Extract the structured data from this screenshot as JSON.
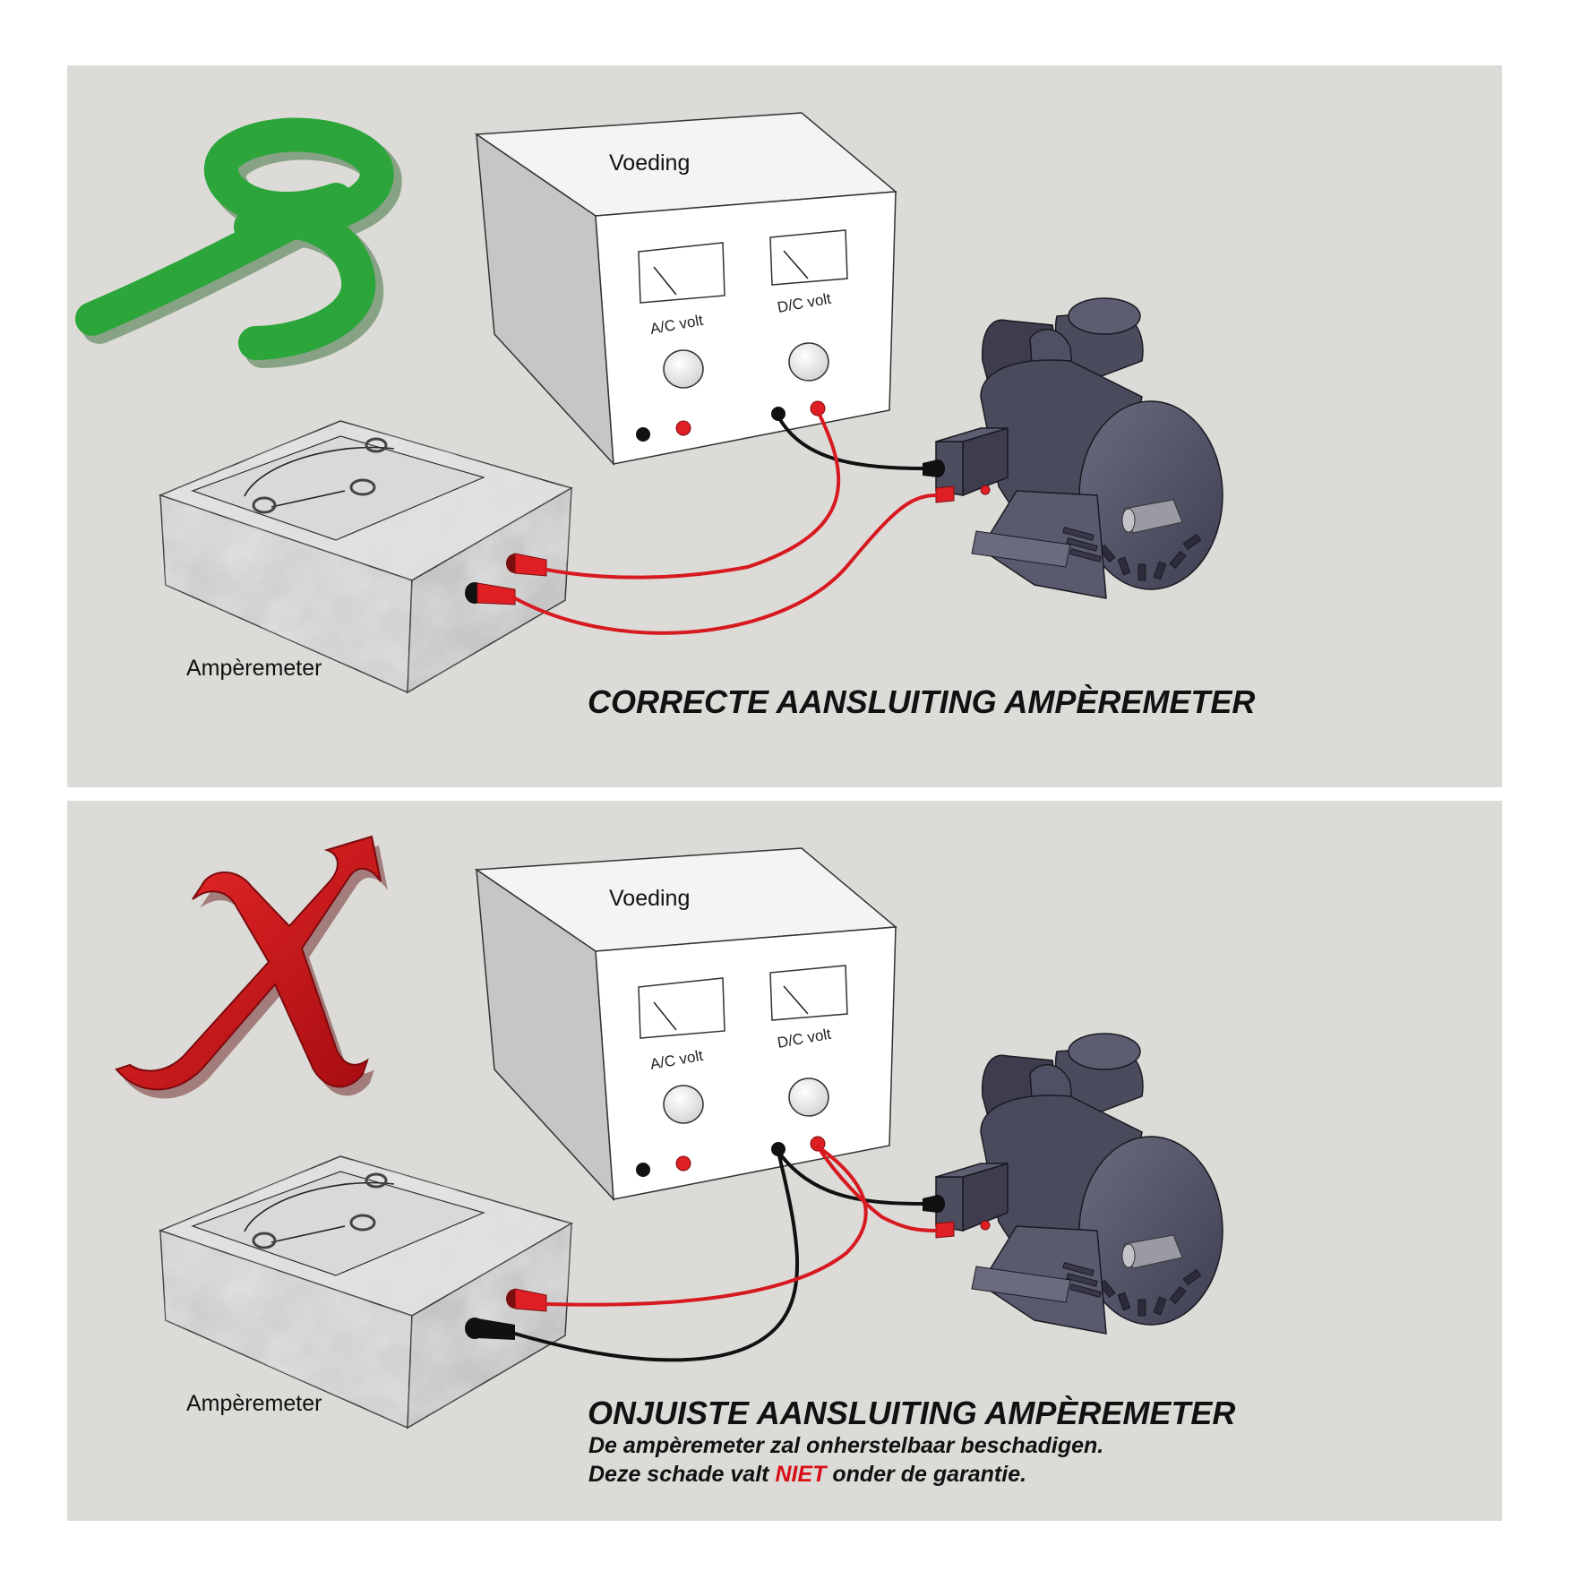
{
  "panels": {
    "correct": {
      "title": "CORRECTE AANSLUITING AMPÈREMETER",
      "supply_label": "Voeding",
      "ammeter_label": "Ampèremeter",
      "meter_left_label": "A/C volt",
      "meter_right_label": "D/C volt",
      "status_icon": "check-mark-icon",
      "status_color": "#2ca53a"
    },
    "incorrect": {
      "title": "ONJUISTE AANSLUITING AMPÈREMETER",
      "supply_label": "Voeding",
      "ammeter_label": "Ampèremeter",
      "meter_left_label": "A/C volt",
      "meter_right_label": "D/C volt",
      "status_icon": "cross-mark-icon",
      "status_color": "#c8141a",
      "note_line1": "De ampèremeter zal onherstelbaar beschadigen.",
      "note_line2_before": "Deze schade valt ",
      "note_line2_emphasis": "NIET",
      "note_line2_after": " onder de garantie."
    }
  },
  "colors": {
    "background": "#dcdbd7",
    "wire_red": "#d71920",
    "wire_black": "#111111",
    "motor": "#545469"
  }
}
